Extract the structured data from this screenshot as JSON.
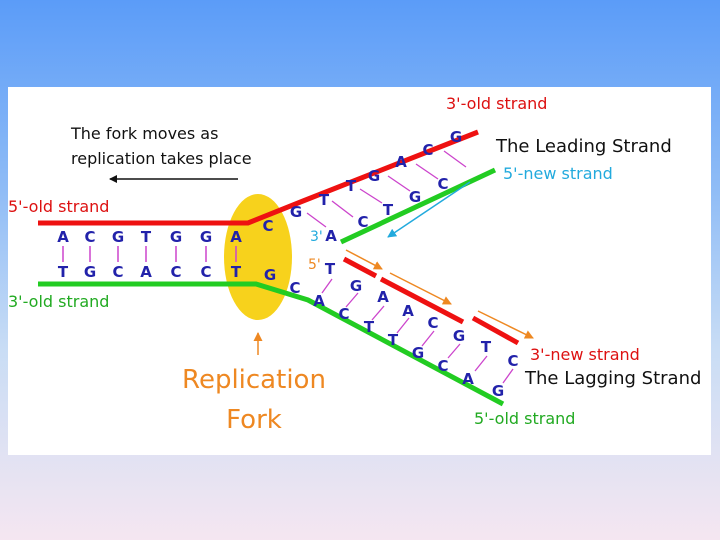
{
  "diagram": {
    "labels": {
      "caption": [
        "The fork moves as",
        "replication takes place"
      ],
      "top_old_left": "5'-old strand",
      "bottom_old_left": "3'-old strand",
      "leading_old": "3'-old strand",
      "leading_title": "The Leading Strand",
      "leading_new": "5'-new strand",
      "leading_end": "3'",
      "lagging_start": "5'",
      "lagging_new": "3'-new strand",
      "lagging_title": "The Lagging Strand",
      "lagging_old": "5'-old strand",
      "fork": [
        "Replication",
        "Fork"
      ]
    },
    "bases": {
      "top_left": [
        "A",
        "C",
        "G",
        "T",
        "G",
        "G",
        "A"
      ],
      "bottom_left": [
        "T",
        "G",
        "C",
        "A",
        "C",
        "C",
        "T"
      ],
      "upper_outer": [
        "C",
        "G",
        "T",
        "T",
        "G",
        "A",
        "C",
        "G"
      ],
      "upper_inner": [
        "A",
        "C",
        "T",
        "G",
        "C"
      ],
      "lower_outer": [
        "G",
        "C",
        "A",
        "C",
        "T",
        "T",
        "G",
        "C",
        "A",
        "G"
      ],
      "lower_inner": [
        "T",
        "G",
        "A",
        "A",
        "C",
        "G",
        "T",
        "C"
      ]
    },
    "colors": {
      "old_top": "#ee1111",
      "old_bottom": "#22cc22",
      "leading_new": "#22cc22",
      "lagging_new": "#ee1111",
      "fork_blob": "#f7d21c",
      "base_text": "#2222aa",
      "red_label": "#dd1111",
      "green_label": "#22aa22",
      "cyan_label": "#22aadd",
      "orange_label": "#ee8822",
      "hbond": "#cc44cc"
    }
  }
}
